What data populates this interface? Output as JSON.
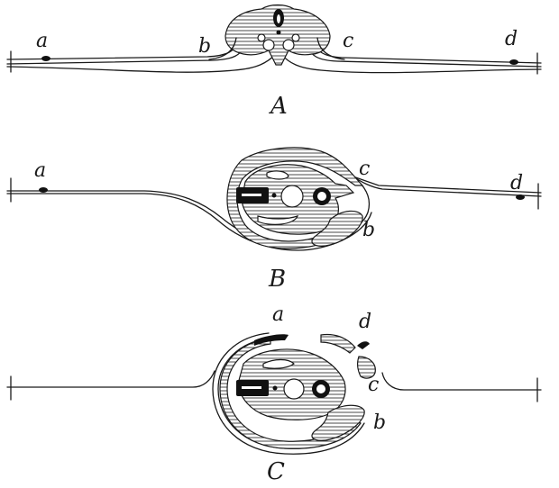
{
  "figures": [
    {
      "caption": "A",
      "labels": {
        "a": "a",
        "b": "b",
        "c": "c",
        "d": "d"
      }
    },
    {
      "caption": "B",
      "labels": {
        "a": "a",
        "b": "b",
        "c": "c",
        "d": "d"
      }
    },
    {
      "caption": "C",
      "labels": {
        "a": "a",
        "b": "b",
        "c": "c",
        "d": "d"
      }
    }
  ]
}
